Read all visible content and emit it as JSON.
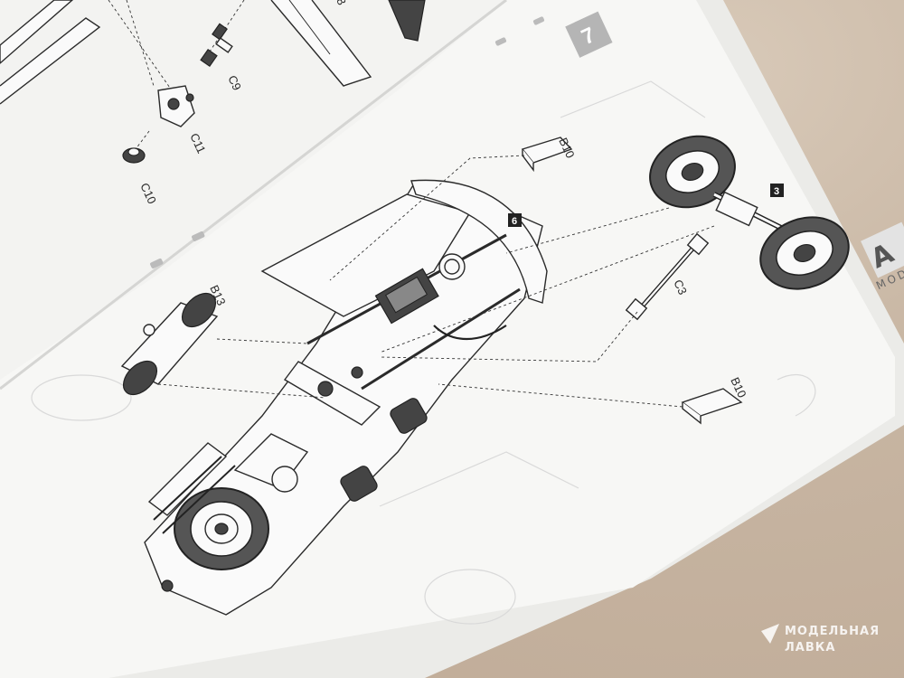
{
  "page": {
    "page_number": "7",
    "brand_partial": "A",
    "brand_sub_partial": "MODE"
  },
  "step_badges": {
    "chassis_step": "6",
    "axle_step": "3"
  },
  "part_labels": {
    "c9": "C9",
    "c11": "C11",
    "c10": "C10",
    "b8_partial": "8",
    "b10_top": "B10",
    "b10_bottom": "B10",
    "b13": "B13",
    "c3": "C3"
  },
  "watermark": {
    "line1": "МОДЕЛЬНАЯ",
    "line2": "ЛАВКА"
  },
  "colors": {
    "paper": "#f7f7f5",
    "ink": "#2a2a2a",
    "background": "#c9b8a6",
    "page_badge": "#b5b5b5"
  }
}
